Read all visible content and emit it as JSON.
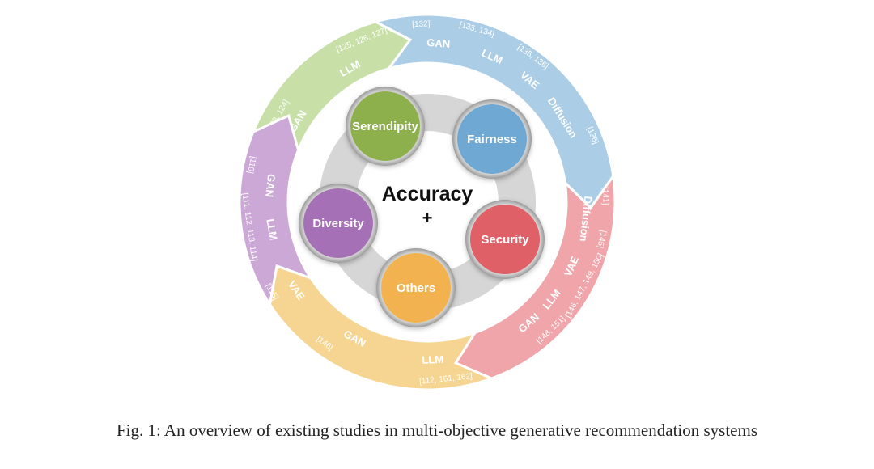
{
  "center": {
    "title": "Accuracy",
    "plus": "+"
  },
  "objectives": [
    {
      "label": "Serendipity",
      "color": "#8db04d"
    },
    {
      "label": "Fairness",
      "color": "#6fa8d4"
    },
    {
      "label": "Security",
      "color": "#e06068"
    },
    {
      "label": "Others",
      "color": "#f2b24f"
    },
    {
      "label": "Diversity",
      "color": "#a66fb6"
    }
  ],
  "ring_segments": [
    {
      "color": "#c8dfa8",
      "text_items": [
        {
          "text": "[123, 124]",
          "kind": "ref"
        },
        {
          "text": "GAN",
          "kind": "model"
        },
        {
          "text": "LLM",
          "kind": "model"
        },
        {
          "text": "[125, 126, 127]",
          "kind": "ref"
        }
      ]
    },
    {
      "color": "#abcde6",
      "text_items": [
        {
          "text": "[132]",
          "kind": "ref"
        },
        {
          "text": "GAN",
          "kind": "model"
        },
        {
          "text": "[133, 134]",
          "kind": "ref"
        },
        {
          "text": "LLM",
          "kind": "model"
        },
        {
          "text": "[135, 136]",
          "kind": "ref"
        },
        {
          "text": "VAE",
          "kind": "model"
        },
        {
          "text": "Diffusion",
          "kind": "model"
        },
        {
          "text": "[136]",
          "kind": "ref"
        }
      ]
    },
    {
      "color": "#efa5aa",
      "text_items": [
        {
          "text": "[141]",
          "kind": "ref"
        },
        {
          "text": "Diffusion",
          "kind": "model"
        },
        {
          "text": "[145]",
          "kind": "ref"
        },
        {
          "text": "VAE",
          "kind": "model"
        },
        {
          "text": "[146, 147, 149, 150]",
          "kind": "ref"
        },
        {
          "text": "LLM",
          "kind": "model"
        },
        {
          "text": "[148, 151]",
          "kind": "ref"
        },
        {
          "text": "GAN",
          "kind": "model"
        }
      ]
    },
    {
      "color": "#f5d591",
      "text_items": [
        {
          "text": "GAN",
          "kind": "model"
        },
        {
          "text": "[146]",
          "kind": "ref"
        },
        {
          "text": "LLM",
          "kind": "model"
        },
        {
          "text": "[112, 161, 162]",
          "kind": "ref"
        }
      ]
    },
    {
      "color": "#cca8d6",
      "text_items": [
        {
          "text": "[110]",
          "kind": "ref"
        },
        {
          "text": "GAN",
          "kind": "model"
        },
        {
          "text": "[111, 112, 113, 114]",
          "kind": "ref"
        },
        {
          "text": "LLM",
          "kind": "model"
        },
        {
          "text": "VAE",
          "kind": "model"
        },
        {
          "text": "[115]",
          "kind": "ref"
        }
      ]
    }
  ],
  "caption": "Fig. 1: An overview of existing studies in multi-objective generative recommendation systems"
}
